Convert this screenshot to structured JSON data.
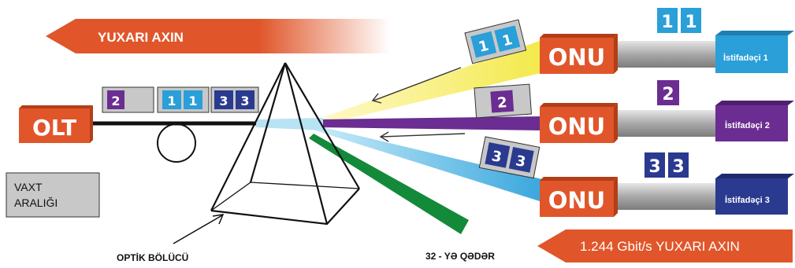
{
  "colors": {
    "orange": "#e0562a",
    "orange_dark": "#b23e17",
    "user1": "#2a9fd8",
    "user2": "#6b2d91",
    "user3": "#2a3a8f",
    "frame_gray": "#c8c8c8",
    "yellow_beam": "#f3e94a",
    "purple_beam": "#6b2d91",
    "blue_beam": "#3aa7dd",
    "green_beam": "#138a3a",
    "light_beam": "#b7e3f5"
  },
  "upstream_top": {
    "label": "YUXARI AXIN"
  },
  "upstream_bottom": {
    "label": "1.244 Gbit/s YUXARI AXIN"
  },
  "olt": {
    "label": "OLT"
  },
  "time_slot": {
    "label_line1": "VAXT",
    "label_line2": "ARALIĞI"
  },
  "splitter": {
    "label": "OPTİK BÖLÜCÜ"
  },
  "max_split": {
    "label": "32 - YƏ QƏDƏR"
  },
  "frames_on_fiber": {
    "frame2": "2",
    "frame1a": "1",
    "frame1b": "1",
    "frame3a": "3",
    "frame3b": "3"
  },
  "onus": [
    {
      "label": "ONU",
      "user_label": "İstifadəçi 1",
      "top_blocks": [
        "1",
        "1"
      ],
      "tilted_blocks": [
        "1",
        "1"
      ]
    },
    {
      "label": "ONU",
      "user_label": "İstifadəçi 2",
      "top_blocks": [
        "2"
      ],
      "tilted_blocks": [
        "2"
      ]
    },
    {
      "label": "ONU",
      "user_label": "İstifadəçi 3",
      "top_blocks": [
        "3",
        "3"
      ],
      "tilted_blocks": [
        "3",
        "3"
      ]
    }
  ]
}
